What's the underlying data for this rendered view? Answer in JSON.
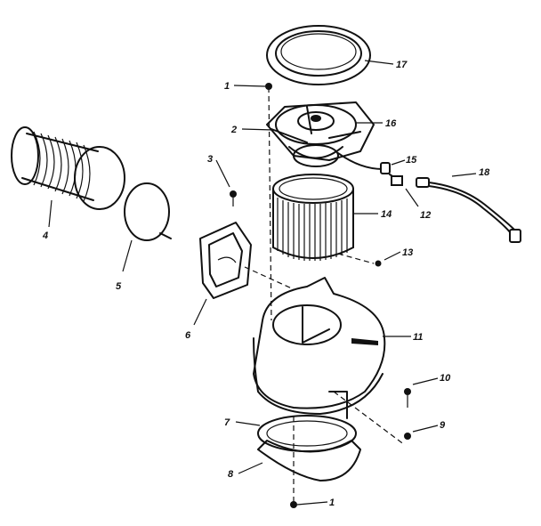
{
  "parts": [
    {
      "id": "gasket-ring",
      "label": "17"
    },
    {
      "id": "screw-top",
      "label": "1"
    },
    {
      "id": "motor",
      "label": "16"
    },
    {
      "id": "motor-mount",
      "label": "2"
    },
    {
      "id": "wire-clip",
      "label": "15"
    },
    {
      "id": "harness",
      "label": "18"
    },
    {
      "id": "connector",
      "label": "12"
    },
    {
      "id": "screw-left",
      "label": "3"
    },
    {
      "id": "blower-wheel",
      "label": "14"
    },
    {
      "id": "flex-duct",
      "label": "4"
    },
    {
      "id": "clamp",
      "label": "5"
    },
    {
      "id": "setscrew",
      "label": "13"
    },
    {
      "id": "adapter",
      "label": "6"
    },
    {
      "id": "housing",
      "label": "11"
    },
    {
      "id": "screw-right-top",
      "label": "10"
    },
    {
      "id": "screw-right-bottom",
      "label": "9"
    },
    {
      "id": "gasket-bottom",
      "label": "7"
    },
    {
      "id": "bottom-plate",
      "label": "8"
    },
    {
      "id": "screw-bottom",
      "label": "1"
    }
  ]
}
